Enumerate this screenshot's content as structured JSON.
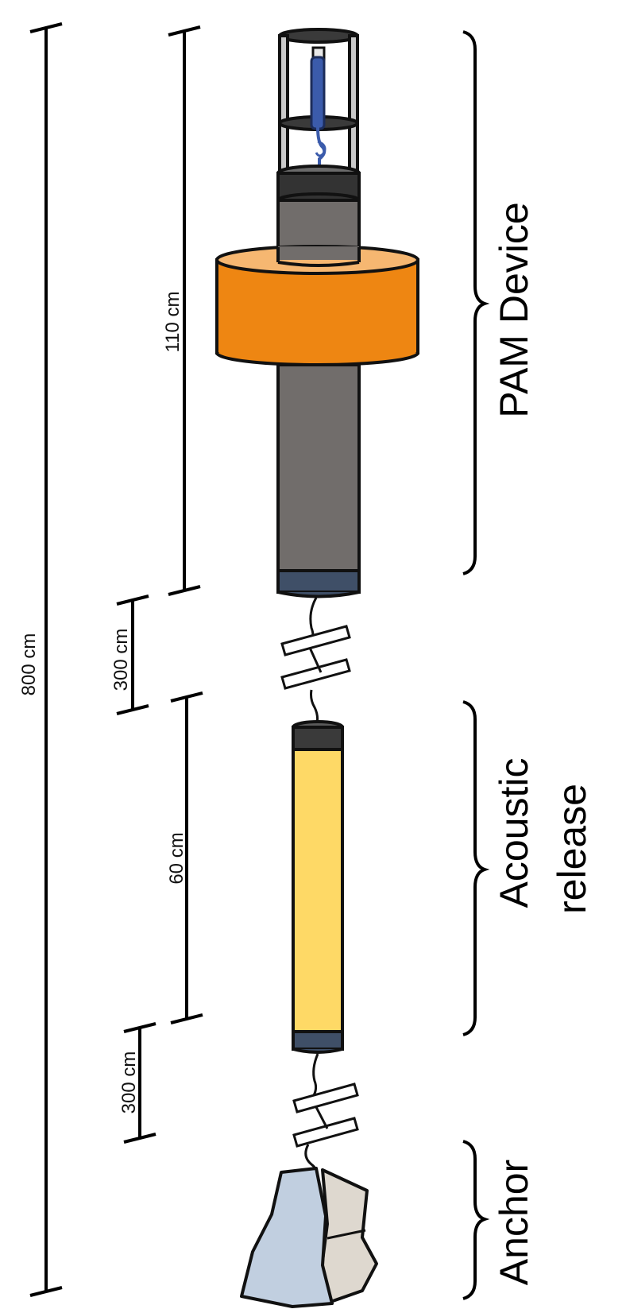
{
  "dimensions": {
    "total": "800 cm",
    "pam_device": "110 cm",
    "upper_rope": "300 cm",
    "acoustic_release": "60 cm",
    "lower_rope": "300 cm"
  },
  "groups": {
    "pam_device": "PAM Device",
    "acoustic_release_line1": "Acoustic",
    "acoustic_release_line2": "release",
    "anchor": "Anchor"
  },
  "colors": {
    "float": "#ee8612",
    "float_top": "#f6b771",
    "housing": "#716d6b",
    "release_body": "#fed966",
    "end_cap": "#3f4f67",
    "hydrophone": "#3b5bab",
    "anchor_front": "#c1cfe0",
    "anchor_side": "#ded8cf"
  }
}
